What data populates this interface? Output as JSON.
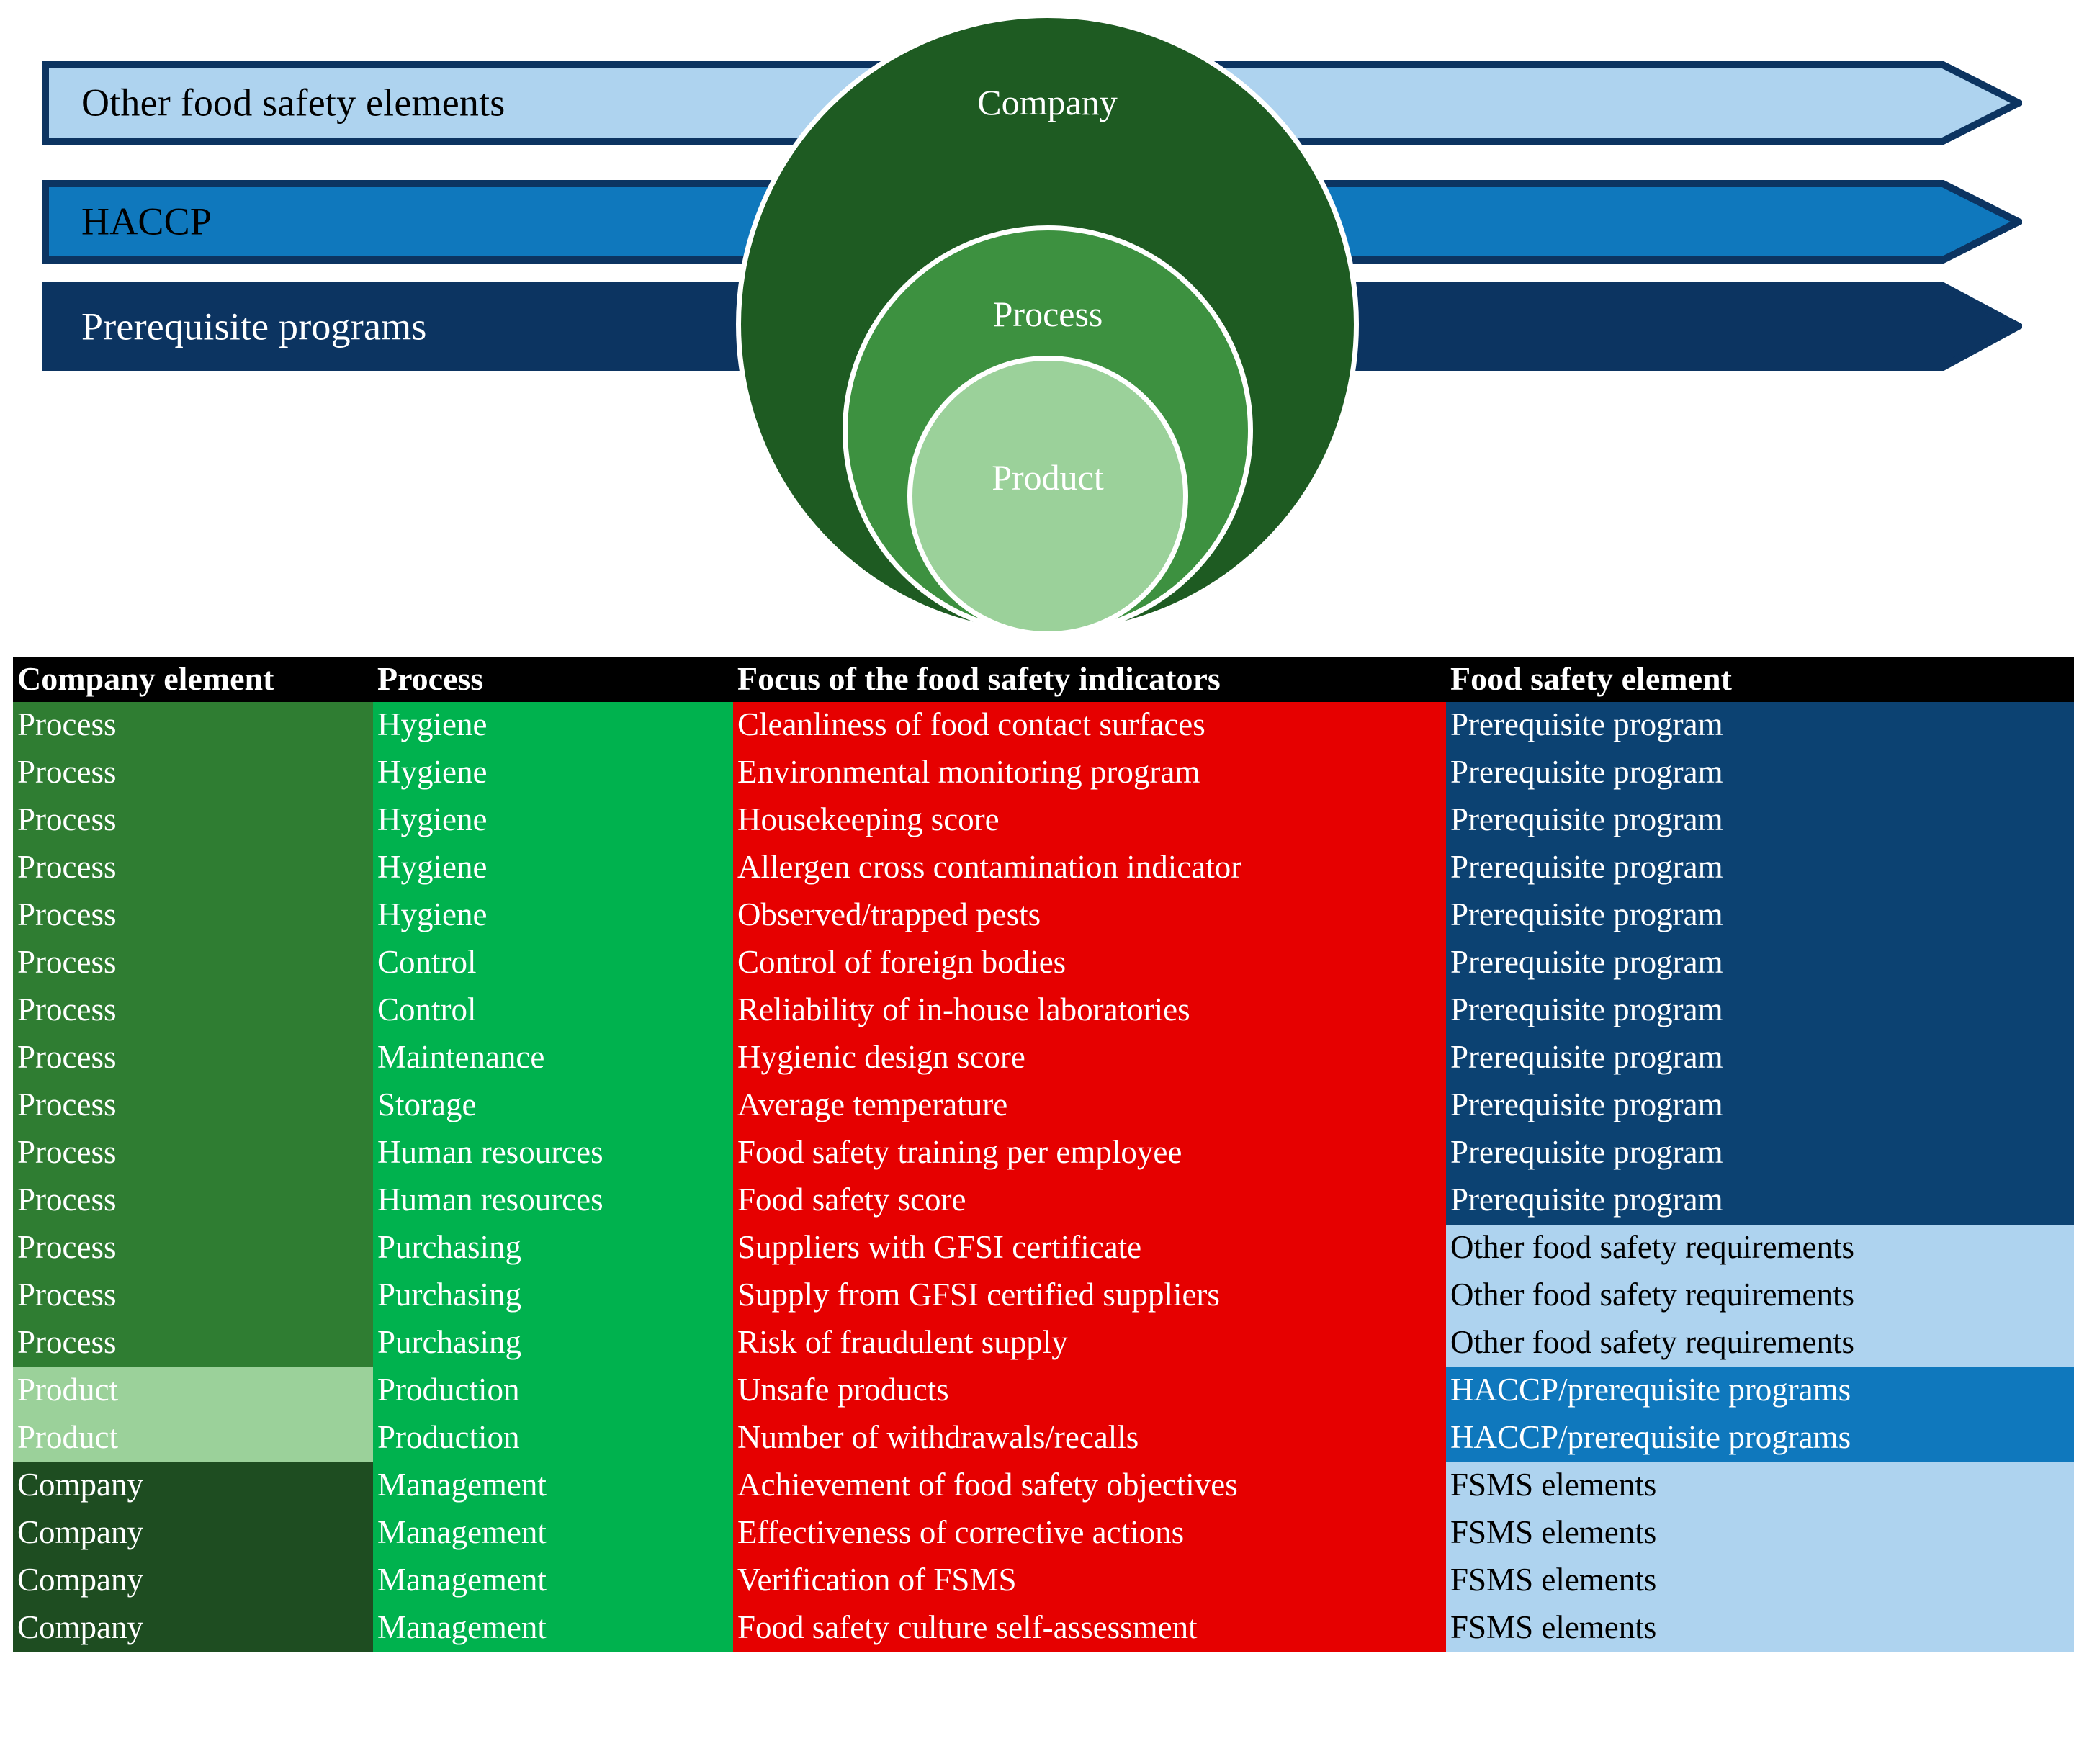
{
  "diagram": {
    "arrows": [
      {
        "id": "other-food-safety-elements",
        "label": "Other food safety elements",
        "fill": "#aed3ef",
        "stroke": "#0c3461",
        "text": "dark"
      },
      {
        "id": "haccp",
        "label": "HACCP",
        "fill": "#0f78bd",
        "stroke": "#0c3461",
        "text": "dark"
      },
      {
        "id": "prerequisite-programs",
        "label": "Prerequisite programs",
        "fill": "#0c3461",
        "stroke": "#0c3461",
        "text": "light"
      }
    ],
    "circles": [
      {
        "id": "company",
        "label": "Company",
        "fill": "#1e5b22"
      },
      {
        "id": "process",
        "label": "Process",
        "fill": "#3d9140"
      },
      {
        "id": "product",
        "label": "Product",
        "fill": "#9bd19a"
      }
    ]
  },
  "table": {
    "headers": [
      "Company element",
      "Process",
      "Focus of the food safety indicators",
      "Food safety element"
    ],
    "rows": [
      {
        "element": "Process",
        "process": "Hygiene",
        "focus": "Cleanliness of food contact surfaces",
        "safety": "Prerequisite program",
        "element_class": "e-process",
        "safety_class": "s-prereq"
      },
      {
        "element": "Process",
        "process": "Hygiene",
        "focus": "Environmental monitoring program",
        "safety": "Prerequisite program",
        "element_class": "e-process",
        "safety_class": "s-prereq"
      },
      {
        "element": "Process",
        "process": "Hygiene",
        "focus": "Housekeeping score",
        "safety": "Prerequisite program",
        "element_class": "e-process",
        "safety_class": "s-prereq"
      },
      {
        "element": "Process",
        "process": "Hygiene",
        "focus": "Allergen cross contamination indicator",
        "safety": "Prerequisite program",
        "element_class": "e-process",
        "safety_class": "s-prereq"
      },
      {
        "element": "Process",
        "process": "Hygiene",
        "focus": "Observed/trapped pests",
        "safety": "Prerequisite program",
        "element_class": "e-process",
        "safety_class": "s-prereq"
      },
      {
        "element": "Process",
        "process": "Control",
        "focus": "Control of foreign bodies",
        "safety": "Prerequisite program",
        "element_class": "e-process",
        "safety_class": "s-prereq"
      },
      {
        "element": "Process",
        "process": "Control",
        "focus": "Reliability of in-house laboratories",
        "safety": "Prerequisite program",
        "element_class": "e-process",
        "safety_class": "s-prereq"
      },
      {
        "element": "Process",
        "process": "Maintenance",
        "focus": "Hygienic design score",
        "safety": "Prerequisite program",
        "element_class": "e-process",
        "safety_class": "s-prereq"
      },
      {
        "element": "Process",
        "process": "Storage",
        "focus": "Average temperature",
        "safety": "Prerequisite program",
        "element_class": "e-process",
        "safety_class": "s-prereq"
      },
      {
        "element": "Process",
        "process": "Human resources",
        "focus": "Food safety training per employee",
        "safety": "Prerequisite program",
        "element_class": "e-process",
        "safety_class": "s-prereq"
      },
      {
        "element": "Process",
        "process": "Human resources",
        "focus": "Food safety score",
        "safety": "Prerequisite program",
        "element_class": "e-process",
        "safety_class": "s-prereq"
      },
      {
        "element": "Process",
        "process": "Purchasing",
        "focus": "Suppliers with GFSI certificate",
        "safety": "Other food safety requirements",
        "element_class": "e-process",
        "safety_class": "s-other"
      },
      {
        "element": "Process",
        "process": "Purchasing",
        "focus": "Supply from GFSI certified suppliers",
        "safety": "Other food safety requirements",
        "element_class": "e-process",
        "safety_class": "s-other"
      },
      {
        "element": "Process",
        "process": "Purchasing",
        "focus": "Risk of fraudulent supply",
        "safety": "Other food safety requirements",
        "element_class": "e-process",
        "safety_class": "s-other"
      },
      {
        "element": "Product",
        "process": "Production",
        "focus": "Unsafe products",
        "safety": "HACCP/prerequisite programs",
        "element_class": "e-product",
        "safety_class": "s-haccp"
      },
      {
        "element": "Product",
        "process": "Production",
        "focus": "Number of withdrawals/recalls",
        "safety": "HACCP/prerequisite programs",
        "element_class": "e-product",
        "safety_class": "s-haccp"
      },
      {
        "element": "Company",
        "process": "Management",
        "focus": "Achievement of food safety objectives",
        "safety": "FSMS elements",
        "element_class": "e-company",
        "safety_class": "s-fsms"
      },
      {
        "element": "Company",
        "process": "Management",
        "focus": "Effectiveness of corrective actions",
        "safety": "FSMS elements",
        "element_class": "e-company",
        "safety_class": "s-fsms"
      },
      {
        "element": "Company",
        "process": "Management",
        "focus": "Verification of FSMS",
        "safety": "FSMS elements",
        "element_class": "e-company",
        "safety_class": "s-fsms"
      },
      {
        "element": "Company",
        "process": "Management",
        "focus": "Food safety culture self-assessment",
        "safety": "FSMS elements",
        "element_class": "e-company",
        "safety_class": "s-fsms"
      }
    ]
  }
}
